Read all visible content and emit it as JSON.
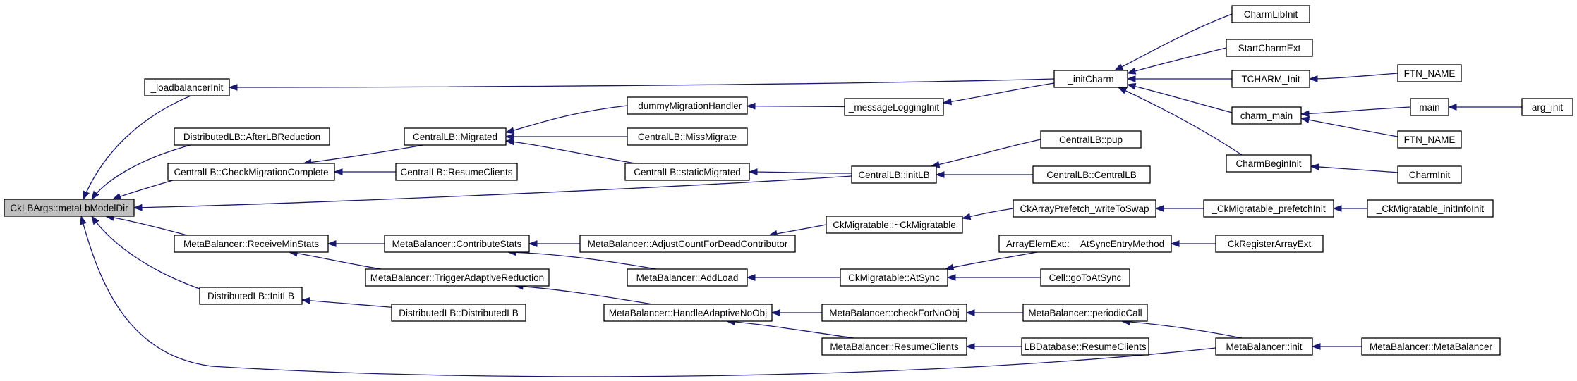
{
  "colors": {
    "edge": "#191970",
    "node_fill": "#ffffff",
    "root_fill": "#bfbfbf",
    "node_stroke": "#000000"
  },
  "nodes": [
    {
      "id": "root",
      "label": "CkLBArgs::metaLbModelDir"
    },
    {
      "id": "loadbalancerInit",
      "label": "_loadbalancerInit"
    },
    {
      "id": "afterLBReduction",
      "label": "DistributedLB::AfterLBReduction"
    },
    {
      "id": "checkMigrationComplete",
      "label": "CentralLB::CheckMigrationComplete"
    },
    {
      "id": "receiveMinStats",
      "label": "MetaBalancer::ReceiveMinStats"
    },
    {
      "id": "distInitLB",
      "label": "DistributedLB::InitLB"
    },
    {
      "id": "centralMigrated",
      "label": "CentralLB::Migrated"
    },
    {
      "id": "resumeClientsCentral",
      "label": "CentralLB::ResumeClients"
    },
    {
      "id": "contributeStats",
      "label": "MetaBalancer::ContributeStats"
    },
    {
      "id": "triggerAdaptiveReduction",
      "label": "MetaBalancer::TriggerAdaptiveReduction"
    },
    {
      "id": "distributedLBCtor",
      "label": "DistributedLB::DistributedLB"
    },
    {
      "id": "dummyMigrationHandler",
      "label": "_dummyMigrationHandler"
    },
    {
      "id": "missMigrate",
      "label": "CentralLB::MissMigrate"
    },
    {
      "id": "staticMigrated",
      "label": "CentralLB::staticMigrated"
    },
    {
      "id": "adjustCount",
      "label": "MetaBalancer::AdjustCountForDeadContributor"
    },
    {
      "id": "addLoad",
      "label": "MetaBalancer::AddLoad"
    },
    {
      "id": "handleAdaptiveNoObj",
      "label": "MetaBalancer::HandleAdaptiveNoObj"
    },
    {
      "id": "messageLoggingInit",
      "label": "_messageLoggingInit"
    },
    {
      "id": "centralInitLB",
      "label": "CentralLB::initLB"
    },
    {
      "id": "ckMigratableDtor",
      "label": "CkMigratable::~CkMigratable"
    },
    {
      "id": "ckMigratableAtSync",
      "label": "CkMigratable::AtSync"
    },
    {
      "id": "checkForNoObj",
      "label": "MetaBalancer::checkForNoObj"
    },
    {
      "id": "metaResumeClients",
      "label": "MetaBalancer::ResumeClients"
    },
    {
      "id": "initCharm",
      "label": "_initCharm"
    },
    {
      "id": "centralPup",
      "label": "CentralLB::pup"
    },
    {
      "id": "centralCtor",
      "label": "CentralLB::CentralLB"
    },
    {
      "id": "prefetchWriteToSwap",
      "label": "CkArrayPrefetch_writeToSwap"
    },
    {
      "id": "atSyncEntryMethod",
      "label": "ArrayElemExt::__AtSyncEntryMethod"
    },
    {
      "id": "cellGoToAtSync",
      "label": "Cell::goToAtSync"
    },
    {
      "id": "periodicCall",
      "label": "MetaBalancer::periodicCall"
    },
    {
      "id": "lbDatabaseResumeClients",
      "label": "LBDatabase::ResumeClients"
    },
    {
      "id": "charmLibInit",
      "label": "CharmLibInit"
    },
    {
      "id": "startCharmExt",
      "label": "StartCharmExt"
    },
    {
      "id": "tcharmInit",
      "label": "TCHARM_Init"
    },
    {
      "id": "charmMain",
      "label": "charm_main"
    },
    {
      "id": "charmBeginInit",
      "label": "CharmBeginInit"
    },
    {
      "id": "ckMigratablePrefetchInit",
      "label": "_CkMigratable_prefetchInit"
    },
    {
      "id": "ckRegisterArrayExt",
      "label": "CkRegisterArrayExt"
    },
    {
      "id": "metaInit",
      "label": "MetaBalancer::init"
    },
    {
      "id": "ftnName1",
      "label": "FTN_NAME"
    },
    {
      "id": "main",
      "label": "main"
    },
    {
      "id": "ftnName2",
      "label": "FTN_NAME"
    },
    {
      "id": "charmInit",
      "label": "CharmInit"
    },
    {
      "id": "ckMigratableInitInfoInit",
      "label": "_CkMigratable_initInfoInit"
    },
    {
      "id": "metaBalancerCtor",
      "label": "MetaBalancer::MetaBalancer"
    },
    {
      "id": "argInit",
      "label": "arg_init"
    }
  ],
  "edges": [
    {
      "from": "loadbalancerInit",
      "to": "root"
    },
    {
      "from": "afterLBReduction",
      "to": "root"
    },
    {
      "from": "checkMigrationComplete",
      "to": "root"
    },
    {
      "from": "receiveMinStats",
      "to": "root"
    },
    {
      "from": "distInitLB",
      "to": "root"
    },
    {
      "from": "centralInitLB",
      "to": "root"
    },
    {
      "from": "metaInit",
      "to": "root"
    },
    {
      "from": "initCharm",
      "to": "loadbalancerInit"
    },
    {
      "from": "centralMigrated",
      "to": "checkMigrationComplete"
    },
    {
      "from": "resumeClientsCentral",
      "to": "checkMigrationComplete"
    },
    {
      "from": "contributeStats",
      "to": "receiveMinStats"
    },
    {
      "from": "triggerAdaptiveReduction",
      "to": "receiveMinStats"
    },
    {
      "from": "distributedLBCtor",
      "to": "distInitLB"
    },
    {
      "from": "dummyMigrationHandler",
      "to": "centralMigrated"
    },
    {
      "from": "missMigrate",
      "to": "centralMigrated"
    },
    {
      "from": "staticMigrated",
      "to": "centralMigrated"
    },
    {
      "from": "adjustCount",
      "to": "contributeStats"
    },
    {
      "from": "addLoad",
      "to": "contributeStats"
    },
    {
      "from": "handleAdaptiveNoObj",
      "to": "triggerAdaptiveReduction"
    },
    {
      "from": "messageLoggingInit",
      "to": "dummyMigrationHandler"
    },
    {
      "from": "centralInitLB",
      "to": "staticMigrated"
    },
    {
      "from": "ckMigratableDtor",
      "to": "adjustCount"
    },
    {
      "from": "ckMigratableAtSync",
      "to": "addLoad"
    },
    {
      "from": "checkForNoObj",
      "to": "handleAdaptiveNoObj"
    },
    {
      "from": "metaResumeClients",
      "to": "handleAdaptiveNoObj"
    },
    {
      "from": "initCharm",
      "to": "messageLoggingInit"
    },
    {
      "from": "centralPup",
      "to": "centralInitLB"
    },
    {
      "from": "centralCtor",
      "to": "centralInitLB"
    },
    {
      "from": "prefetchWriteToSwap",
      "to": "ckMigratableDtor"
    },
    {
      "from": "atSyncEntryMethod",
      "to": "ckMigratableAtSync"
    },
    {
      "from": "cellGoToAtSync",
      "to": "ckMigratableAtSync"
    },
    {
      "from": "periodicCall",
      "to": "checkForNoObj"
    },
    {
      "from": "lbDatabaseResumeClients",
      "to": "metaResumeClients"
    },
    {
      "from": "charmLibInit",
      "to": "initCharm"
    },
    {
      "from": "startCharmExt",
      "to": "initCharm"
    },
    {
      "from": "tcharmInit",
      "to": "initCharm"
    },
    {
      "from": "charmMain",
      "to": "initCharm"
    },
    {
      "from": "charmBeginInit",
      "to": "initCharm"
    },
    {
      "from": "ckMigratablePrefetchInit",
      "to": "prefetchWriteToSwap"
    },
    {
      "from": "ckRegisterArrayExt",
      "to": "atSyncEntryMethod"
    },
    {
      "from": "metaInit",
      "to": "periodicCall"
    },
    {
      "from": "ftnName1",
      "to": "tcharmInit"
    },
    {
      "from": "main",
      "to": "charmMain"
    },
    {
      "from": "ftnName2",
      "to": "charmMain"
    },
    {
      "from": "charmInit",
      "to": "charmBeginInit"
    },
    {
      "from": "ckMigratableInitInfoInit",
      "to": "ckMigratablePrefetchInit"
    },
    {
      "from": "metaBalancerCtor",
      "to": "metaInit"
    },
    {
      "from": "argInit",
      "to": "main"
    }
  ]
}
